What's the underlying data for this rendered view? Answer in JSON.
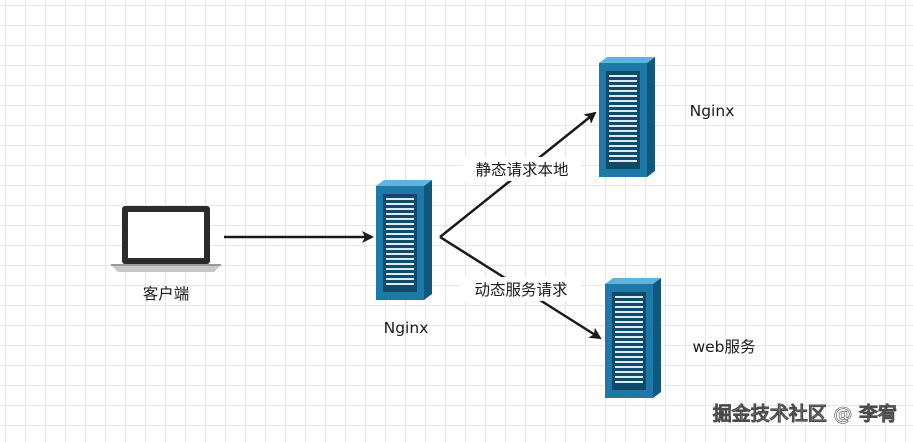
{
  "nodes": {
    "client": {
      "label": "客户端"
    },
    "nginx_proxy": {
      "label": "Nginx"
    },
    "nginx_static": {
      "label": "Nginx"
    },
    "web_service": {
      "label": "web服务"
    }
  },
  "edges": {
    "client_to_proxy": {
      "label": ""
    },
    "proxy_to_static": {
      "label": "静态请求本地"
    },
    "proxy_to_web": {
      "label": "动态服务请求"
    }
  },
  "watermark": {
    "text": "掘金技术社区 @ 李宥"
  },
  "colors": {
    "server_front": "#1d7aa8",
    "server_side": "#10577d",
    "server_top": "#5fb3dc",
    "laptop_frame": "#2b2b2b",
    "arrow": "#1a1a1a"
  }
}
